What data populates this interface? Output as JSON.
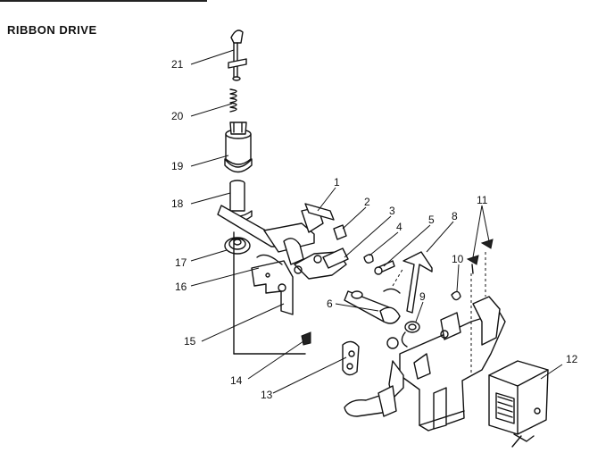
{
  "diagram": {
    "title": "RIBBON DRIVE",
    "callouts": [
      {
        "id": "1",
        "label": "1"
      },
      {
        "id": "2",
        "label": "2"
      },
      {
        "id": "3",
        "label": "3"
      },
      {
        "id": "4",
        "label": "4"
      },
      {
        "id": "5",
        "label": "5"
      },
      {
        "id": "6",
        "label": "6"
      },
      {
        "id": "8",
        "label": "8"
      },
      {
        "id": "9",
        "label": "9"
      },
      {
        "id": "10",
        "label": "10"
      },
      {
        "id": "11",
        "label": "11"
      },
      {
        "id": "12",
        "label": "12"
      },
      {
        "id": "13",
        "label": "13"
      },
      {
        "id": "14",
        "label": "14"
      },
      {
        "id": "15",
        "label": "15"
      },
      {
        "id": "16",
        "label": "16"
      },
      {
        "id": "17",
        "label": "17"
      },
      {
        "id": "18",
        "label": "18"
      },
      {
        "id": "19",
        "label": "19"
      },
      {
        "id": "20",
        "label": "20"
      },
      {
        "id": "21",
        "label": "21"
      }
    ]
  }
}
